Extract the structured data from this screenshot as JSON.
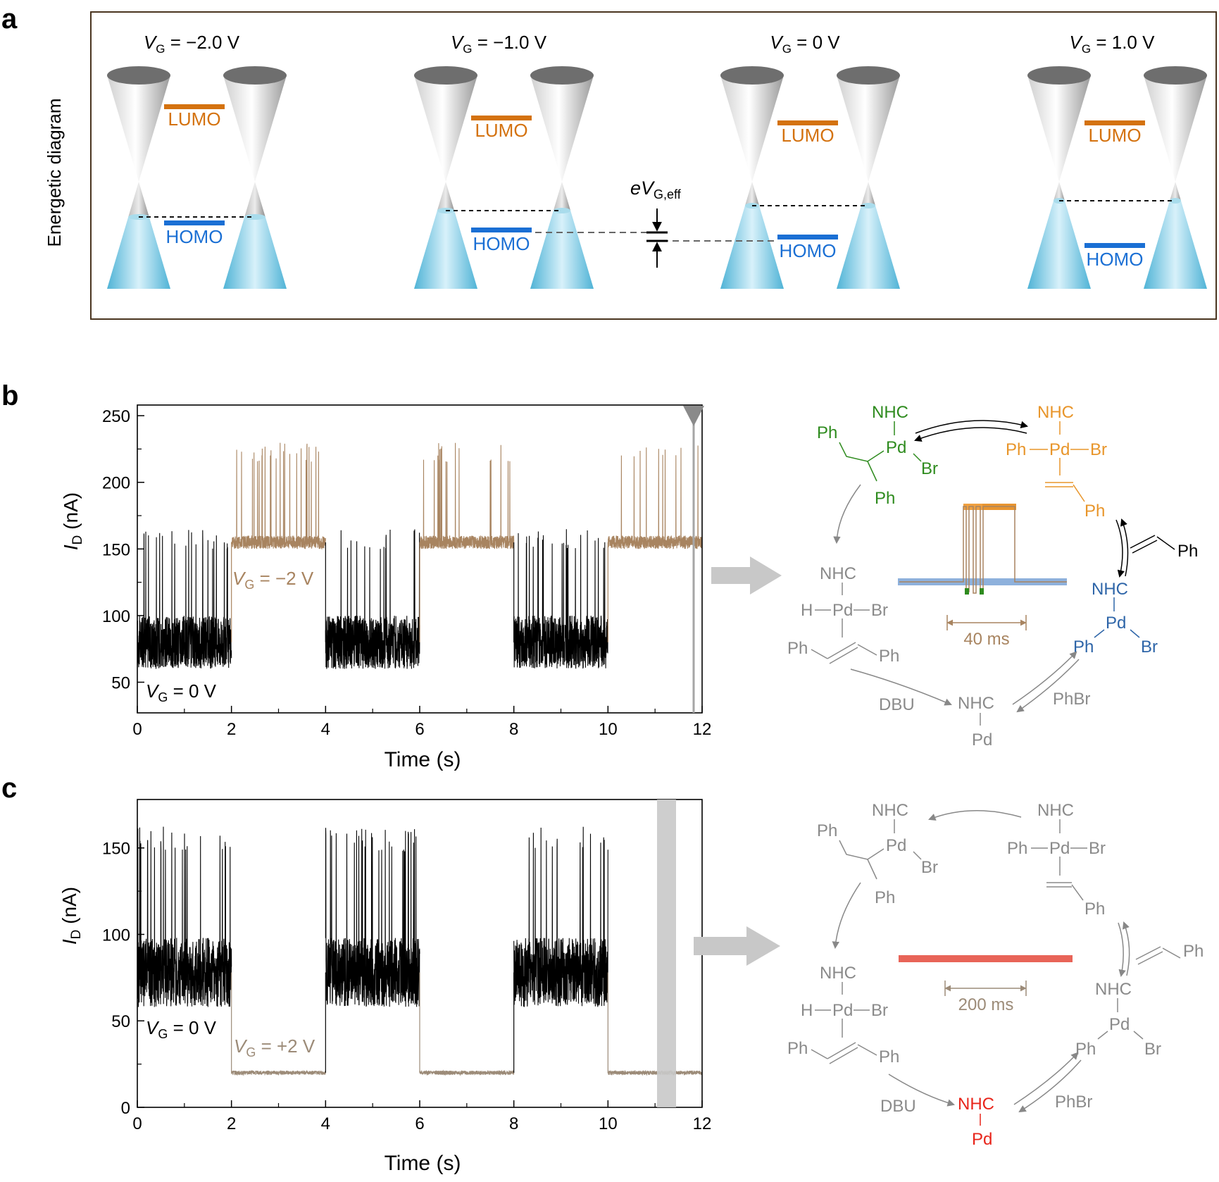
{
  "panel_a": {
    "letter": "a",
    "y_label": "Energetic diagram",
    "diagrams": [
      {
        "vg_symbol": "V",
        "vg_sub": "G",
        "vg_value": " = −2.0 V",
        "lumo": "LUMO",
        "homo": "HOMO"
      },
      {
        "vg_symbol": "V",
        "vg_sub": "G",
        "vg_value": " = −1.0 V",
        "lumo": "LUMO",
        "homo": "HOMO"
      },
      {
        "vg_symbol": "V",
        "vg_sub": "G",
        "vg_value": " = 0 V",
        "lumo": "LUMO",
        "homo": "HOMO"
      },
      {
        "vg_symbol": "V",
        "vg_sub": "G",
        "vg_value": " = 1.0 V",
        "lumo": "LUMO",
        "homo": "HOMO"
      }
    ],
    "eff_label_main": "eV",
    "eff_label_sub": "G,eff",
    "colors": {
      "lumo": "#d4720f",
      "homo": "#1a6fd4",
      "cone_fill": "#7ccde6",
      "frame": "#4a3520"
    }
  },
  "panel_b": {
    "letter": "b",
    "y_label_main": "I",
    "y_label_sub": "D",
    "y_label_unit": " (nA)",
    "x_label": "Time (s)",
    "annotation_vg0_main": "V",
    "annotation_vg0_sub": "G",
    "annotation_vg0_value": " = 0 V",
    "annotation_vg_main": "V",
    "annotation_vg_sub": "G",
    "annotation_vg_value": " = −2 V",
    "inset_scale": "40 ms",
    "scheme": {
      "green": {
        "nhc": "NHC",
        "pd": "Pd",
        "br": "Br",
        "ph1": "Ph",
        "ph2": "Ph"
      },
      "orange": {
        "nhc": "NHC",
        "ph": "Ph",
        "pd": "Pd",
        "br": "Br",
        "ph2": "Ph"
      },
      "styrene": {
        "ph": "Ph"
      },
      "blue": {
        "nhc": "NHC",
        "pd": "Pd",
        "ph": "Ph",
        "br": "Br"
      },
      "gray_hydride": {
        "nhc": "NHC",
        "h": "H",
        "pd": "Pd",
        "br": "Br",
        "ph1": "Ph",
        "ph2": "Ph"
      },
      "bottom": {
        "nhc": "NHC",
        "pd": "Pd",
        "dbu": "DBU",
        "phbr": "PhBr"
      }
    }
  },
  "panel_c": {
    "letter": "c",
    "y_label_main": "I",
    "y_label_sub": "D",
    "y_label_unit": " (nA)",
    "x_label": "Time (s)",
    "annotation_vg0_main": "V",
    "annotation_vg0_sub": "G",
    "annotation_vg0_value": " = 0 V",
    "annotation_vg_main": "V",
    "annotation_vg_sub": "G",
    "annotation_vg_value": " = +2 V",
    "inset_scale": "200 ms",
    "scheme": {
      "top_left": {
        "nhc": "NHC",
        "pd": "Pd",
        "br": "Br",
        "ph1": "Ph",
        "ph2": "Ph"
      },
      "top_right": {
        "nhc": "NHC",
        "ph": "Ph",
        "pd": "Pd",
        "br": "Br",
        "ph2": "Ph"
      },
      "styrene": {
        "ph": "Ph"
      },
      "right": {
        "nhc": "NHC",
        "pd": "Pd",
        "ph": "Ph",
        "br": "Br"
      },
      "left": {
        "nhc": "NHC",
        "h": "H",
        "pd": "Pd",
        "br": "Br",
        "ph1": "Ph",
        "ph2": "Ph"
      },
      "bottom": {
        "nhc": "NHC",
        "pd": "Pd",
        "dbu": "DBU",
        "phbr": "PhBr"
      }
    }
  },
  "chart_data": [
    {
      "type": "line",
      "title": "",
      "xlabel": "Time (s)",
      "ylabel": "ID (nA)",
      "xlim": [
        0,
        12
      ],
      "ylim": [
        27,
        258
      ],
      "xticks": [
        0,
        2,
        4,
        6,
        8,
        10,
        12
      ],
      "yticks": [
        50,
        100,
        150,
        200,
        250
      ],
      "series": [
        {
          "name": "VG = 0 V",
          "color": "#000000",
          "segments": [
            [
              0,
              2
            ],
            [
              4,
              6
            ],
            [
              8,
              10
            ]
          ],
          "base": 80,
          "base_amp": 20,
          "spike_top": 165
        },
        {
          "name": "VG = −2 V",
          "color": "#a88460",
          "segments": [
            [
              2,
              4
            ],
            [
              6,
              8
            ],
            [
              10,
              12
            ]
          ],
          "base": 155,
          "base_amp": 5,
          "spike_top": 230
        }
      ]
    },
    {
      "type": "line",
      "title": "",
      "xlabel": "Time (s)",
      "ylabel": "ID (nA)",
      "xlim": [
        0,
        12
      ],
      "ylim": [
        0,
        178
      ],
      "xticks": [
        0,
        2,
        4,
        6,
        8,
        10,
        12
      ],
      "yticks": [
        0,
        50,
        100,
        150
      ],
      "series": [
        {
          "name": "VG = 0 V",
          "color": "#000000",
          "segments": [
            [
              0,
              2
            ],
            [
              4,
              6
            ],
            [
              8,
              10
            ]
          ],
          "base": 78,
          "base_amp": 20,
          "spike_top": 163
        },
        {
          "name": "VG = +2 V",
          "color": "#9c8b78",
          "segments": [
            [
              2,
              4
            ],
            [
              6,
              8
            ],
            [
              10,
              12
            ]
          ],
          "base": 20,
          "base_amp": 1.2,
          "spike_top": 20
        }
      ]
    }
  ]
}
